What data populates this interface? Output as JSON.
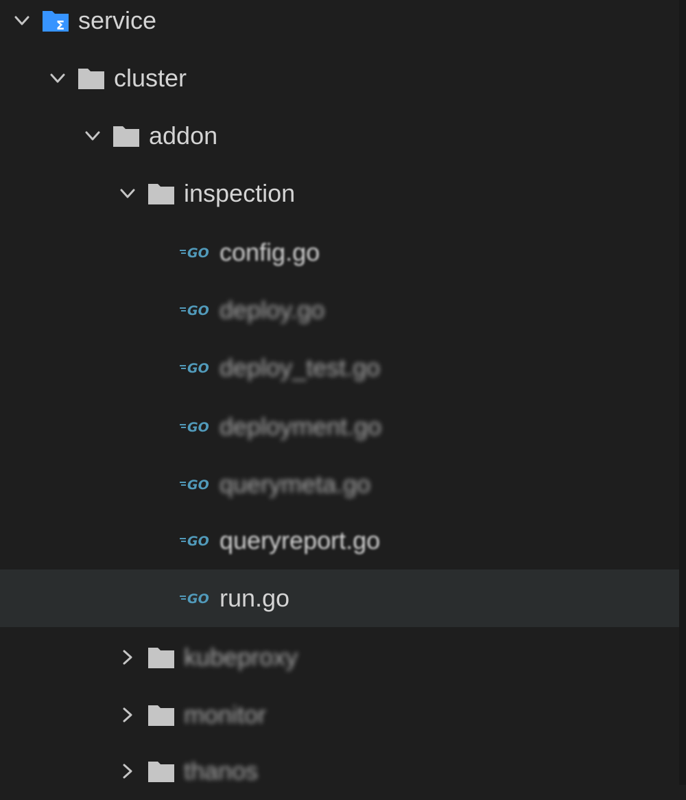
{
  "colors": {
    "background": "#1e1e1e",
    "selected_row": "#2a2d2e",
    "text": "#d4d4d4",
    "folder_gray": "#c5c5c5",
    "root_folder_blue": "#3794ff",
    "go_icon_blue": "#519aba"
  },
  "tree": {
    "root": {
      "label": "service",
      "icon": "folder-open-blue-icon",
      "expanded": true
    },
    "cluster": {
      "label": "cluster",
      "icon": "folder-icon",
      "expanded": true
    },
    "addon": {
      "label": "addon",
      "icon": "folder-icon",
      "expanded": true
    },
    "inspection": {
      "label": "inspection",
      "icon": "folder-icon",
      "expanded": true
    },
    "files": [
      {
        "label": "config.go",
        "icon": "go-file-icon"
      },
      {
        "label": "deploy.go",
        "icon": "go-file-icon"
      },
      {
        "label": "deploy_test.go",
        "icon": "go-file-icon"
      },
      {
        "label": "deployment.go",
        "icon": "go-file-icon"
      },
      {
        "label": "querymeta.go",
        "icon": "go-file-icon"
      },
      {
        "label": "queryreport.go",
        "icon": "go-file-icon"
      },
      {
        "label": "run.go",
        "icon": "go-file-icon",
        "selected": true
      }
    ],
    "collapsed": [
      {
        "label": "kubeproxy",
        "icon": "folder-icon",
        "expanded": false
      },
      {
        "label": "monitor",
        "icon": "folder-icon",
        "expanded": false
      },
      {
        "label": "thanos",
        "icon": "folder-icon",
        "expanded": false
      }
    ]
  }
}
